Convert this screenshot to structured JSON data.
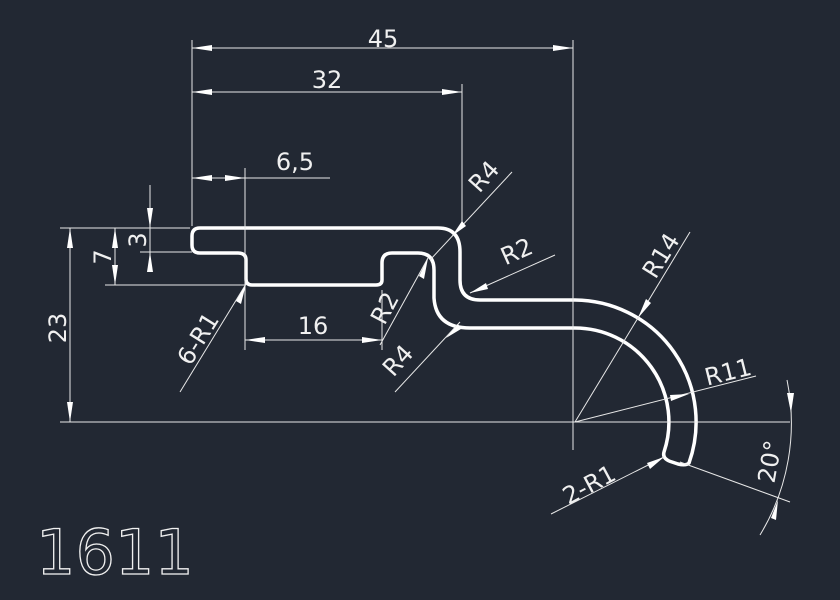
{
  "drawing": {
    "part_number": "1611",
    "dimensions": {
      "overall_width": "45",
      "width_32": "32",
      "lip_width": "6,5",
      "slot_width": "16",
      "lip_thickness": "3",
      "step_height": "7",
      "total_height": "23"
    },
    "radii": {
      "six_r1": "6-R1",
      "r4_top": "R4",
      "r2_right": "R2",
      "r2_left": "R2",
      "r4_bottom": "R4",
      "r14": "R14",
      "r11": "R11",
      "two_r1": "2-R1"
    },
    "angle": "20°"
  },
  "colors": {
    "background": "#222833",
    "lines": "#ffffff"
  }
}
